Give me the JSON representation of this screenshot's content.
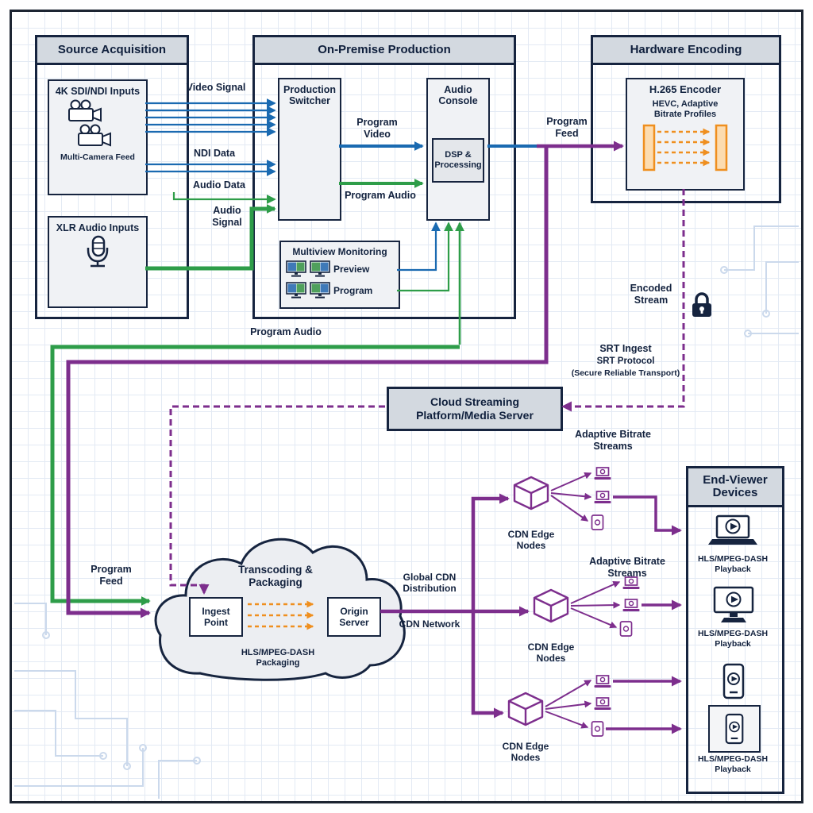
{
  "sections": {
    "source_acquisition": "Source Acquisition",
    "on_premise": "On-Premise Production",
    "hardware_encoding": "Hardware Encoding",
    "end_viewer": "End-Viewer Devices"
  },
  "source": {
    "sdi_title": "4K SDI/NDI Inputs",
    "sdi_caption": "Multi-Camera Feed",
    "xlr_title": "XLR Audio Inputs"
  },
  "production": {
    "switcher": "Production Switcher",
    "console": "Audio Console",
    "console_inner": "DSP & Processing",
    "multiview": "Multiview Monitoring",
    "preview": "Preview",
    "program": "Program"
  },
  "encoding": {
    "encoder_title": "H.265 Encoder",
    "encoder_subtitle": "HEVC, Adaptive Bitrate Profiles"
  },
  "platform": {
    "title": "Cloud Streaming Platform/Media Server"
  },
  "cloud": {
    "title": "Transcoding & Packaging",
    "ingest": "Ingest Point",
    "origin": "Origin Server",
    "caption": "HLS/MPEG-DASH Packaging"
  },
  "cdn": {
    "edge_label": "CDN Edge Nodes",
    "global_label": "Global CDN Distribution",
    "network_label": "CDN Network",
    "abr_label": "Adaptive Bitrate Streams"
  },
  "devices": {
    "playback_label": "HLS/MPEG-DASH Playback"
  },
  "flows": {
    "video_signal": "Video Signal",
    "ndi_data": "NDI Data",
    "audio_data": "Audio Data",
    "audio_signal": "Audio Signal",
    "program_video": "Program Video",
    "program_audio": "Program Audio",
    "program_feed": "Program Feed",
    "encoded_stream": "Encoded Stream",
    "srt_title": "SRT Ingest",
    "srt_sub1": "SRT Protocol",
    "srt_sub2": "(Secure Reliable Transport)"
  },
  "colors": {
    "video_blue": "#1a6ab1",
    "audio_green": "#2e9d49",
    "stream_purple": "#7d2e8d",
    "encode_orange": "#ef8f1f",
    "ink_navy": "#16243f"
  }
}
